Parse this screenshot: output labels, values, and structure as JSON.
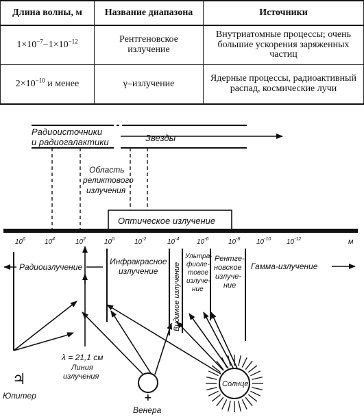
{
  "table": {
    "headers": [
      "Длина волны, м",
      "Название диапазона",
      "Источники"
    ],
    "rows": [
      {
        "wavelength_base": "1×10",
        "wavelength_exp1": "−7",
        "wavelength_mid": "−1×10",
        "wavelength_exp2": "−12",
        "name": "Рентгеновское излучение",
        "sources": "Внутриатомные процессы; очень большие ускорения заряженных частиц"
      },
      {
        "wavelength_base": "2×10",
        "wavelength_exp1": "−10",
        "wavelength_mid": " и менее",
        "wavelength_exp2": "",
        "name": "γ–излучение",
        "sources": "Ядерные процессы, радиоактивный распад, космические лучи"
      }
    ]
  },
  "diagram": {
    "top_labels": {
      "radio_sources_1": "Радиоисточники",
      "radio_sources_2": "и радиогалактики",
      "stars": "Звезды",
      "relic_1": "Область",
      "relic_2": "реликтового",
      "relic_3": "излучения",
      "optical": "Оптическое излучение"
    },
    "scale": {
      "ticks": [
        "10",
        "10",
        "10",
        "10",
        "10",
        "10",
        "10",
        "10",
        "10",
        "10"
      ],
      "exponents": [
        "6",
        "4",
        "2",
        "0",
        "-2",
        "-4",
        "-6",
        "-8",
        "-10",
        "-12"
      ],
      "unit": "м"
    },
    "bands": {
      "radio": "Радиоизлучение",
      "ir_1": "Инфракрасное",
      "ir_2": "излучение",
      "visible": "Видимое излучение",
      "uv_1": "Ультра-",
      "uv_2": "фиоле-",
      "uv_3": "товое",
      "uv_4": "излуче-",
      "uv_5": "ние",
      "xray_1": "Рентге-",
      "xray_2": "новское",
      "xray_3": "излуче-",
      "xray_4": "ние",
      "gamma": "Гамма-излучение"
    },
    "bodies": {
      "jupiter_symbol": "♃",
      "jupiter": "Юпитер",
      "venus_symbol": "+",
      "venus": "Венера",
      "sun": "Солнце",
      "line_1": "λ = 21,1 см",
      "line_2": "Линия",
      "line_3": "излучения"
    }
  }
}
